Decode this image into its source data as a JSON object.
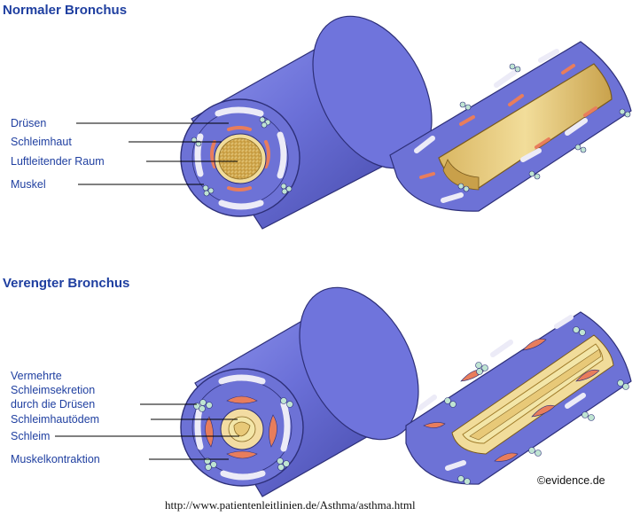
{
  "sections": {
    "normal": {
      "title": "Normaler Bronchus",
      "labels": {
        "glands": "Drüsen",
        "mucosa": "Schleimhaut",
        "airway": "Luftleitender Raum",
        "muscle": "Muskel"
      }
    },
    "narrowed": {
      "title": "Verengter Bronchus",
      "labels": {
        "secretion_1": "Vermehrte",
        "secretion_2": "Schleimsekretion",
        "secretion_3": "durch die Drüsen",
        "edema": "Schleimhautödem",
        "mucus": "Schleim",
        "contraction": "Muskelkontraktion"
      }
    }
  },
  "copyright": "evidence.de",
  "source_url": "http://www.patientenleitlinien.de/Asthma/asthma.html",
  "colors": {
    "title": "#1f3fa0",
    "tube": "#6b70d8",
    "tube_dark": "#4a4fb8",
    "tube_light": "#9aa0ee",
    "airway_fill": "#e8c978",
    "airway_dark": "#b8943e",
    "muscle": "#e87d5c",
    "gland": "#bfe4d2",
    "cartilage": "#ecebf7",
    "mucus": "#f3e6a8"
  }
}
